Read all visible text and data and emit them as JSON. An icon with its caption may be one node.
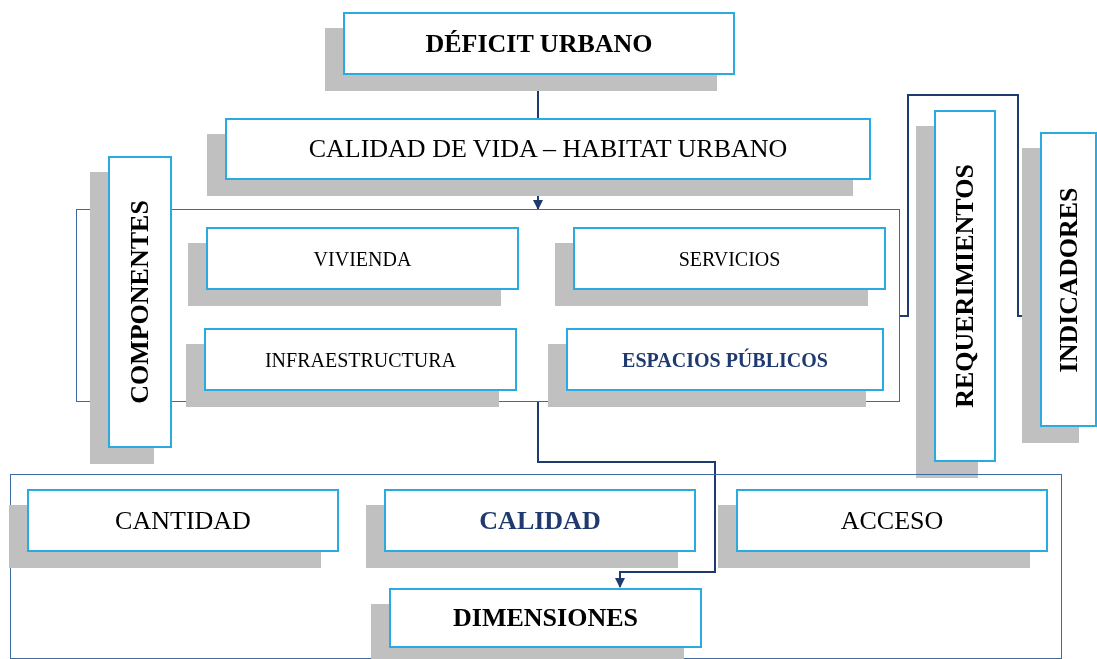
{
  "diagram": {
    "nodes": [
      {
        "text": [
          "DÉFICIT URBANO"
        ]
      },
      {
        "text": [
          "CALIDAD DE VIDA – HABITAT URBANO"
        ]
      },
      {
        "text": [],
        "shape": "box"
      },
      {
        "text": [
          "COMPONENTES"
        ]
      },
      {
        "text": [
          "VIVIENDA"
        ],
        "in": 2
      },
      {
        "text": [
          "SERVICIOS"
        ],
        "in": 2
      },
      {
        "text": [
          "INFRAESTRUCTURA"
        ],
        "in": 2
      },
      {
        "text": [
          "ESPACIOS PÚBLICOS"
        ],
        "in": 2
      },
      {
        "text": [
          "REQUERIMIENTOS"
        ]
      },
      {
        "text": [
          "INDICADORES"
        ]
      },
      {
        "text": [],
        "shape": "box"
      },
      {
        "text": [
          "CANTIDAD"
        ],
        "in": 10
      },
      {
        "text": [
          "CALIDAD"
        ],
        "in": 10
      },
      {
        "text": [
          "ACCESO"
        ],
        "in": 10
      },
      {
        "text": [
          "DIMENSIONES"
        ],
        "in": 10
      }
    ],
    "edges": [
      {
        "from": 0,
        "to": 1,
        "arrow": "none"
      },
      {
        "from": 1,
        "to": 2,
        "arrow": "to"
      },
      {
        "from": 2,
        "to": 14,
        "arrow": "to"
      },
      {
        "from": 2,
        "to": 9,
        "arrow": "to"
      }
    ]
  }
}
